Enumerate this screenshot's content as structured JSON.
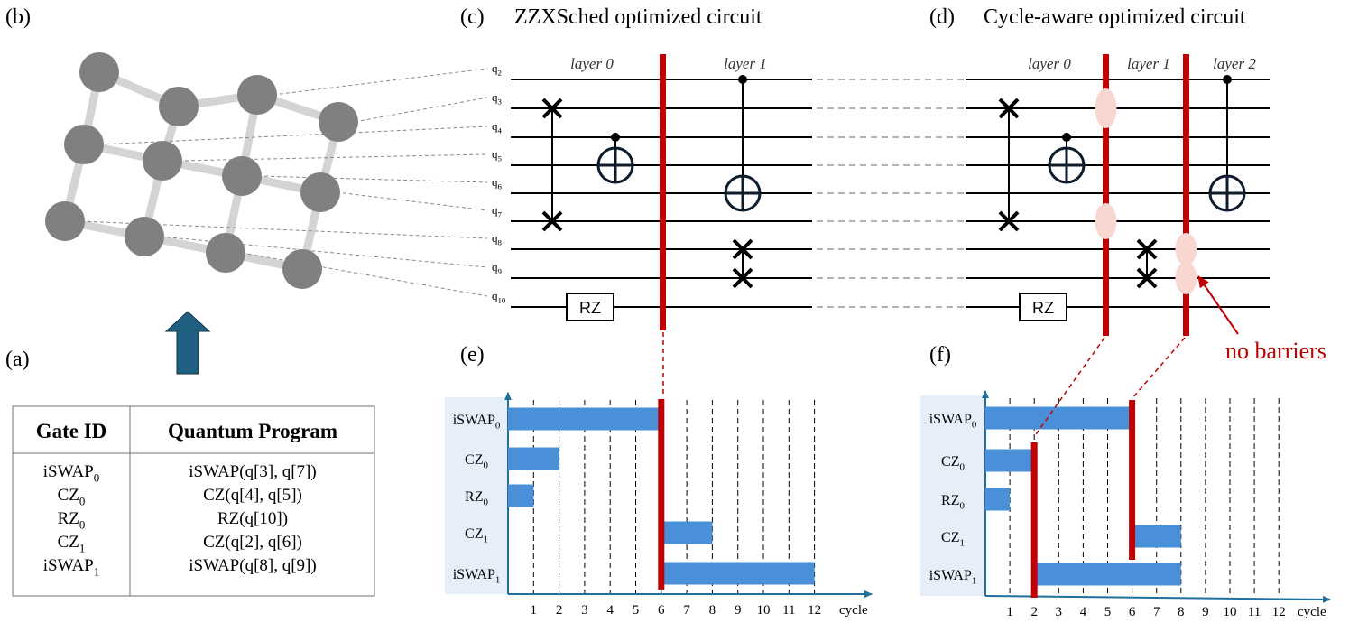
{
  "panels": {
    "a": "(a)",
    "b": "(b)",
    "c": "(c)",
    "c_title": "ZZXSched optimized circuit",
    "d": "(d)",
    "d_title": "Cycle-aware optimized circuit",
    "e": "(e)",
    "f": "(f)"
  },
  "table": {
    "col_gate": "Gate ID",
    "col_program": "Quantum Program",
    "rows": [
      {
        "id": "iSWAP",
        "sub": "0",
        "prog": "iSWAP(q[3], q[7])"
      },
      {
        "id": "CZ",
        "sub": "0",
        "prog": "CZ(q[4], q[5])"
      },
      {
        "id": "RZ",
        "sub": "0",
        "prog": "RZ(q[10])"
      },
      {
        "id": "CZ",
        "sub": "1",
        "prog": "CZ(q[2], q[6])"
      },
      {
        "id": "iSWAP",
        "sub": "1",
        "prog": "iSWAP(q[8], q[9])"
      }
    ]
  },
  "circuit": {
    "qubits": [
      {
        "base": "q",
        "sub": "2"
      },
      {
        "base": "q",
        "sub": "3"
      },
      {
        "base": "q",
        "sub": "4"
      },
      {
        "base": "q",
        "sub": "5"
      },
      {
        "base": "q",
        "sub": "6"
      },
      {
        "base": "q",
        "sub": "7"
      },
      {
        "base": "q",
        "sub": "8"
      },
      {
        "base": "q",
        "sub": "9"
      },
      {
        "base": "q",
        "sub": "10"
      }
    ],
    "c_layers": [
      "layer 0",
      "layer 1"
    ],
    "d_layers": [
      "layer 0",
      "layer 1",
      "layer 2"
    ],
    "rz_label": "RZ",
    "annotation": "no barriers"
  },
  "chart_data": [
    {
      "type": "gantt",
      "panel": "e",
      "xlabel": "cycle",
      "xticks": [
        1,
        2,
        3,
        4,
        5,
        6,
        7,
        8,
        9,
        10,
        11,
        12
      ],
      "rows": [
        {
          "id": "iSWAP",
          "sub": "0"
        },
        {
          "id": "CZ",
          "sub": "0"
        },
        {
          "id": "RZ",
          "sub": "0"
        },
        {
          "id": "CZ",
          "sub": "1"
        },
        {
          "id": "iSWAP",
          "sub": "1"
        }
      ],
      "bars": [
        {
          "row": 0,
          "start": 0,
          "end": 6
        },
        {
          "row": 1,
          "start": 0,
          "end": 2
        },
        {
          "row": 2,
          "start": 0,
          "end": 1
        },
        {
          "row": 3,
          "start": 6,
          "end": 8
        },
        {
          "row": 4,
          "start": 6,
          "end": 12
        }
      ],
      "barriers": [
        {
          "cycle": 6,
          "row_from": 0,
          "row_to": 4
        }
      ]
    },
    {
      "type": "gantt",
      "panel": "f",
      "xlabel": "cycle",
      "xticks": [
        1,
        2,
        3,
        4,
        5,
        6,
        7,
        8,
        9,
        10,
        11,
        12
      ],
      "rows": [
        {
          "id": "iSWAP",
          "sub": "0"
        },
        {
          "id": "CZ",
          "sub": "0"
        },
        {
          "id": "RZ",
          "sub": "0"
        },
        {
          "id": "CZ",
          "sub": "1"
        },
        {
          "id": "iSWAP",
          "sub": "1"
        }
      ],
      "bars": [
        {
          "row": 0,
          "start": 0,
          "end": 6
        },
        {
          "row": 1,
          "start": 0,
          "end": 2
        },
        {
          "row": 2,
          "start": 0,
          "end": 1
        },
        {
          "row": 3,
          "start": 6,
          "end": 8
        },
        {
          "row": 4,
          "start": 2,
          "end": 8
        }
      ],
      "barriers": [
        {
          "cycle": 2,
          "row_from": 1,
          "row_to": 4
        },
        {
          "cycle": 6,
          "row_from": 0,
          "row_to": 3
        }
      ]
    }
  ],
  "colors": {
    "barrier": "#c00000",
    "bar": "#4a90d9",
    "label_bg": "#e6eef9",
    "node": "#808080",
    "edge": "#d4d4d4",
    "arrow": "#1f5f80",
    "gate": "#1a1a1a",
    "barrier_gap": "#f7d7d0"
  }
}
